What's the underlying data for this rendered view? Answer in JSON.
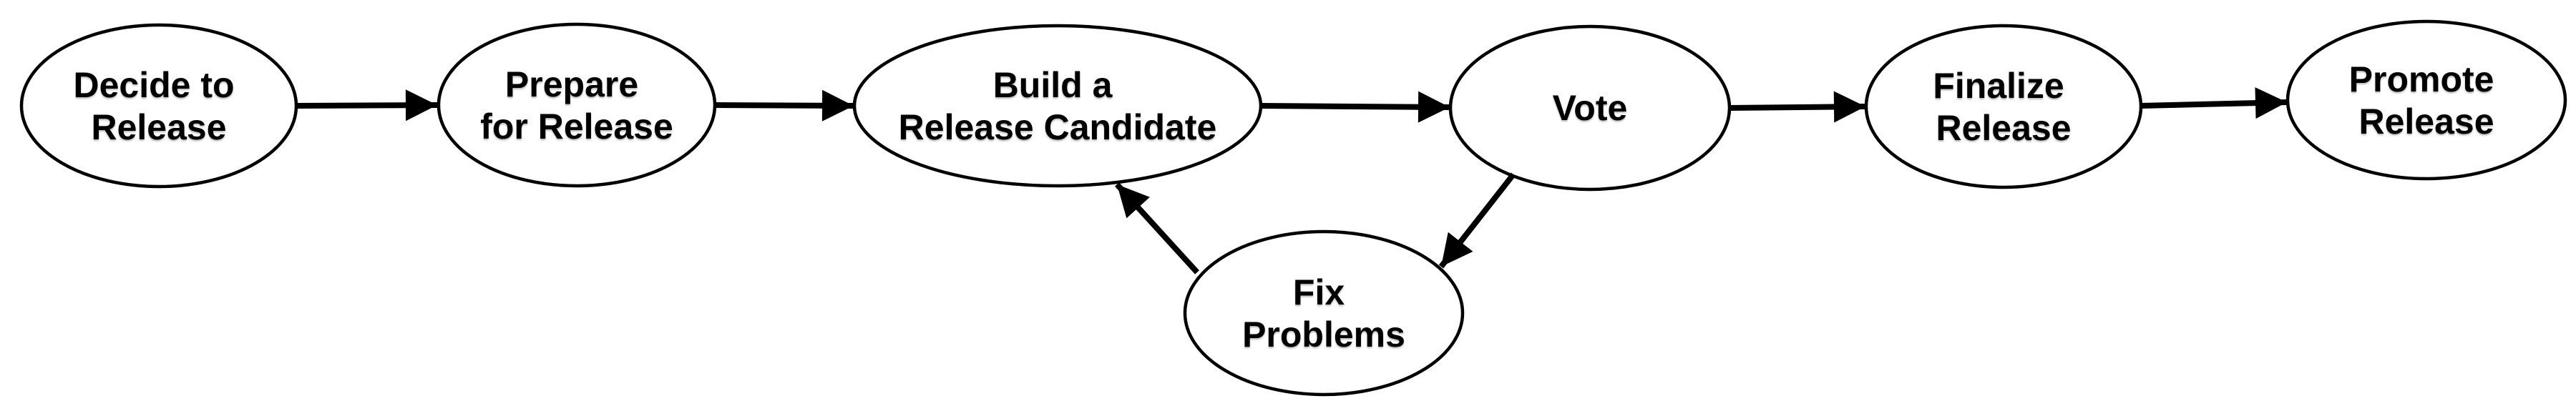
{
  "diagram": {
    "type": "flowchart",
    "colors": {
      "background": "#ffffff",
      "node_fill": "#ffffff",
      "stroke": "#000000",
      "text": "#000000"
    },
    "nodes": [
      {
        "id": "decide-to-release",
        "line1": "Decide to",
        "line2": "Release"
      },
      {
        "id": "prepare-for-release",
        "line1": "Prepare",
        "line2": "for Release"
      },
      {
        "id": "build-a-release-candidate",
        "line1": "Build a",
        "line2": "Release Candidate"
      },
      {
        "id": "vote",
        "line1": "Vote",
        "line2": ""
      },
      {
        "id": "finalize-release",
        "line1": "Finalize",
        "line2": "Release"
      },
      {
        "id": "promote-release",
        "line1": "Promote",
        "line2": "Release"
      },
      {
        "id": "fix-problems",
        "line1": "Fix",
        "line2": "Problems"
      }
    ],
    "edges": [
      {
        "from": "decide-to-release",
        "to": "prepare-for-release"
      },
      {
        "from": "prepare-for-release",
        "to": "build-a-release-candidate"
      },
      {
        "from": "build-a-release-candidate",
        "to": "vote"
      },
      {
        "from": "vote",
        "to": "finalize-release"
      },
      {
        "from": "finalize-release",
        "to": "promote-release"
      },
      {
        "from": "vote",
        "to": "fix-problems"
      },
      {
        "from": "fix-problems",
        "to": "build-a-release-candidate"
      }
    ]
  }
}
